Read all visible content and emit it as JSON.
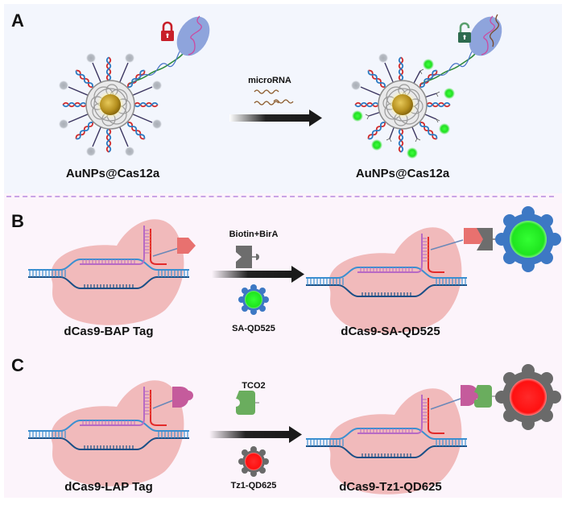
{
  "panels": {
    "a": {
      "letter": "A",
      "left_label": "AuNPs@Cas12a",
      "right_label": "AuNPs@Cas12a",
      "arrow_label": "microRNA",
      "left_lock_icon": "locked-padlock",
      "right_lock_icon": "unlocked-padlock",
      "colors": {
        "lock_locked": "#c8202a",
        "lock_unlocked": "#2e6b4f",
        "fluor_on": "#22e022",
        "fluor_off": "#b7bcc4",
        "gold_core": "#c9a227",
        "protein": "#8ea4dc"
      }
    },
    "b": {
      "letter": "B",
      "left_label": "dCas9-BAP Tag",
      "reagent_top": "Biotin+BirA",
      "reagent_bottom": "SA-QD525",
      "right_label": "dCas9-SA-QD525",
      "colors": {
        "tag": "#e8716f",
        "enzyme": "#6d6d6d",
        "qd": "#1fe51f",
        "qd_shell": "#3d78c4"
      }
    },
    "c": {
      "letter": "C",
      "left_label": "dCas9-LAP Tag",
      "reagent_top": "TCO2",
      "reagent_bottom": "Tz1-QD625",
      "right_label": "dCas9-Tz1-QD625",
      "colors": {
        "tag": "#c55b9c",
        "linker": "#6aad5e",
        "qd": "#ff1a1a",
        "qd_shell": "#6a6a6a"
      }
    }
  }
}
